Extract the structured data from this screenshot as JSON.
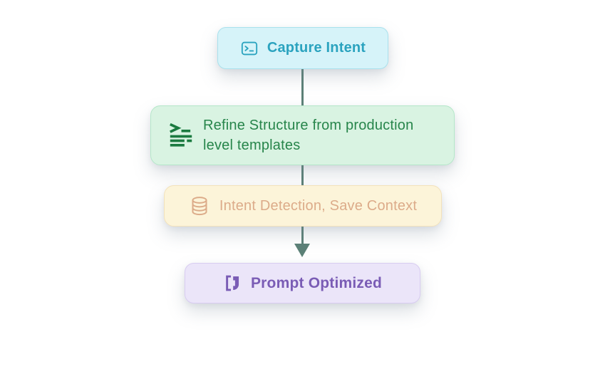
{
  "diagram": {
    "type": "flowchart",
    "direction": "top-down",
    "connector": {
      "color": "#5c8177",
      "end": "arrow-down"
    },
    "nodes": [
      {
        "id": "capture-intent",
        "label": "Capture Intent",
        "icon": "terminal-icon",
        "bg": "#d6f3f9",
        "border": "#a9e1ed",
        "text_color": "#2ba3bf"
      },
      {
        "id": "refine-structure",
        "label": "Refine Structure from production level templates",
        "icon": "list-lines-icon",
        "bg": "#d9f3e2",
        "border": "#b4e7c9",
        "text_color": "#27854b"
      },
      {
        "id": "intent-detection",
        "label": "Intent Detection, Save Context",
        "icon": "database-icon",
        "bg": "#fcf4d9",
        "border": "#f3e2bb",
        "text_color": "#dcab89"
      },
      {
        "id": "prompt-optimized",
        "label": "Prompt Optimized",
        "icon": "bracket-prompt-icon",
        "bg": "#ebe5f9",
        "border": "#d8ccf1",
        "text_color": "#7a5cb5"
      }
    ]
  }
}
